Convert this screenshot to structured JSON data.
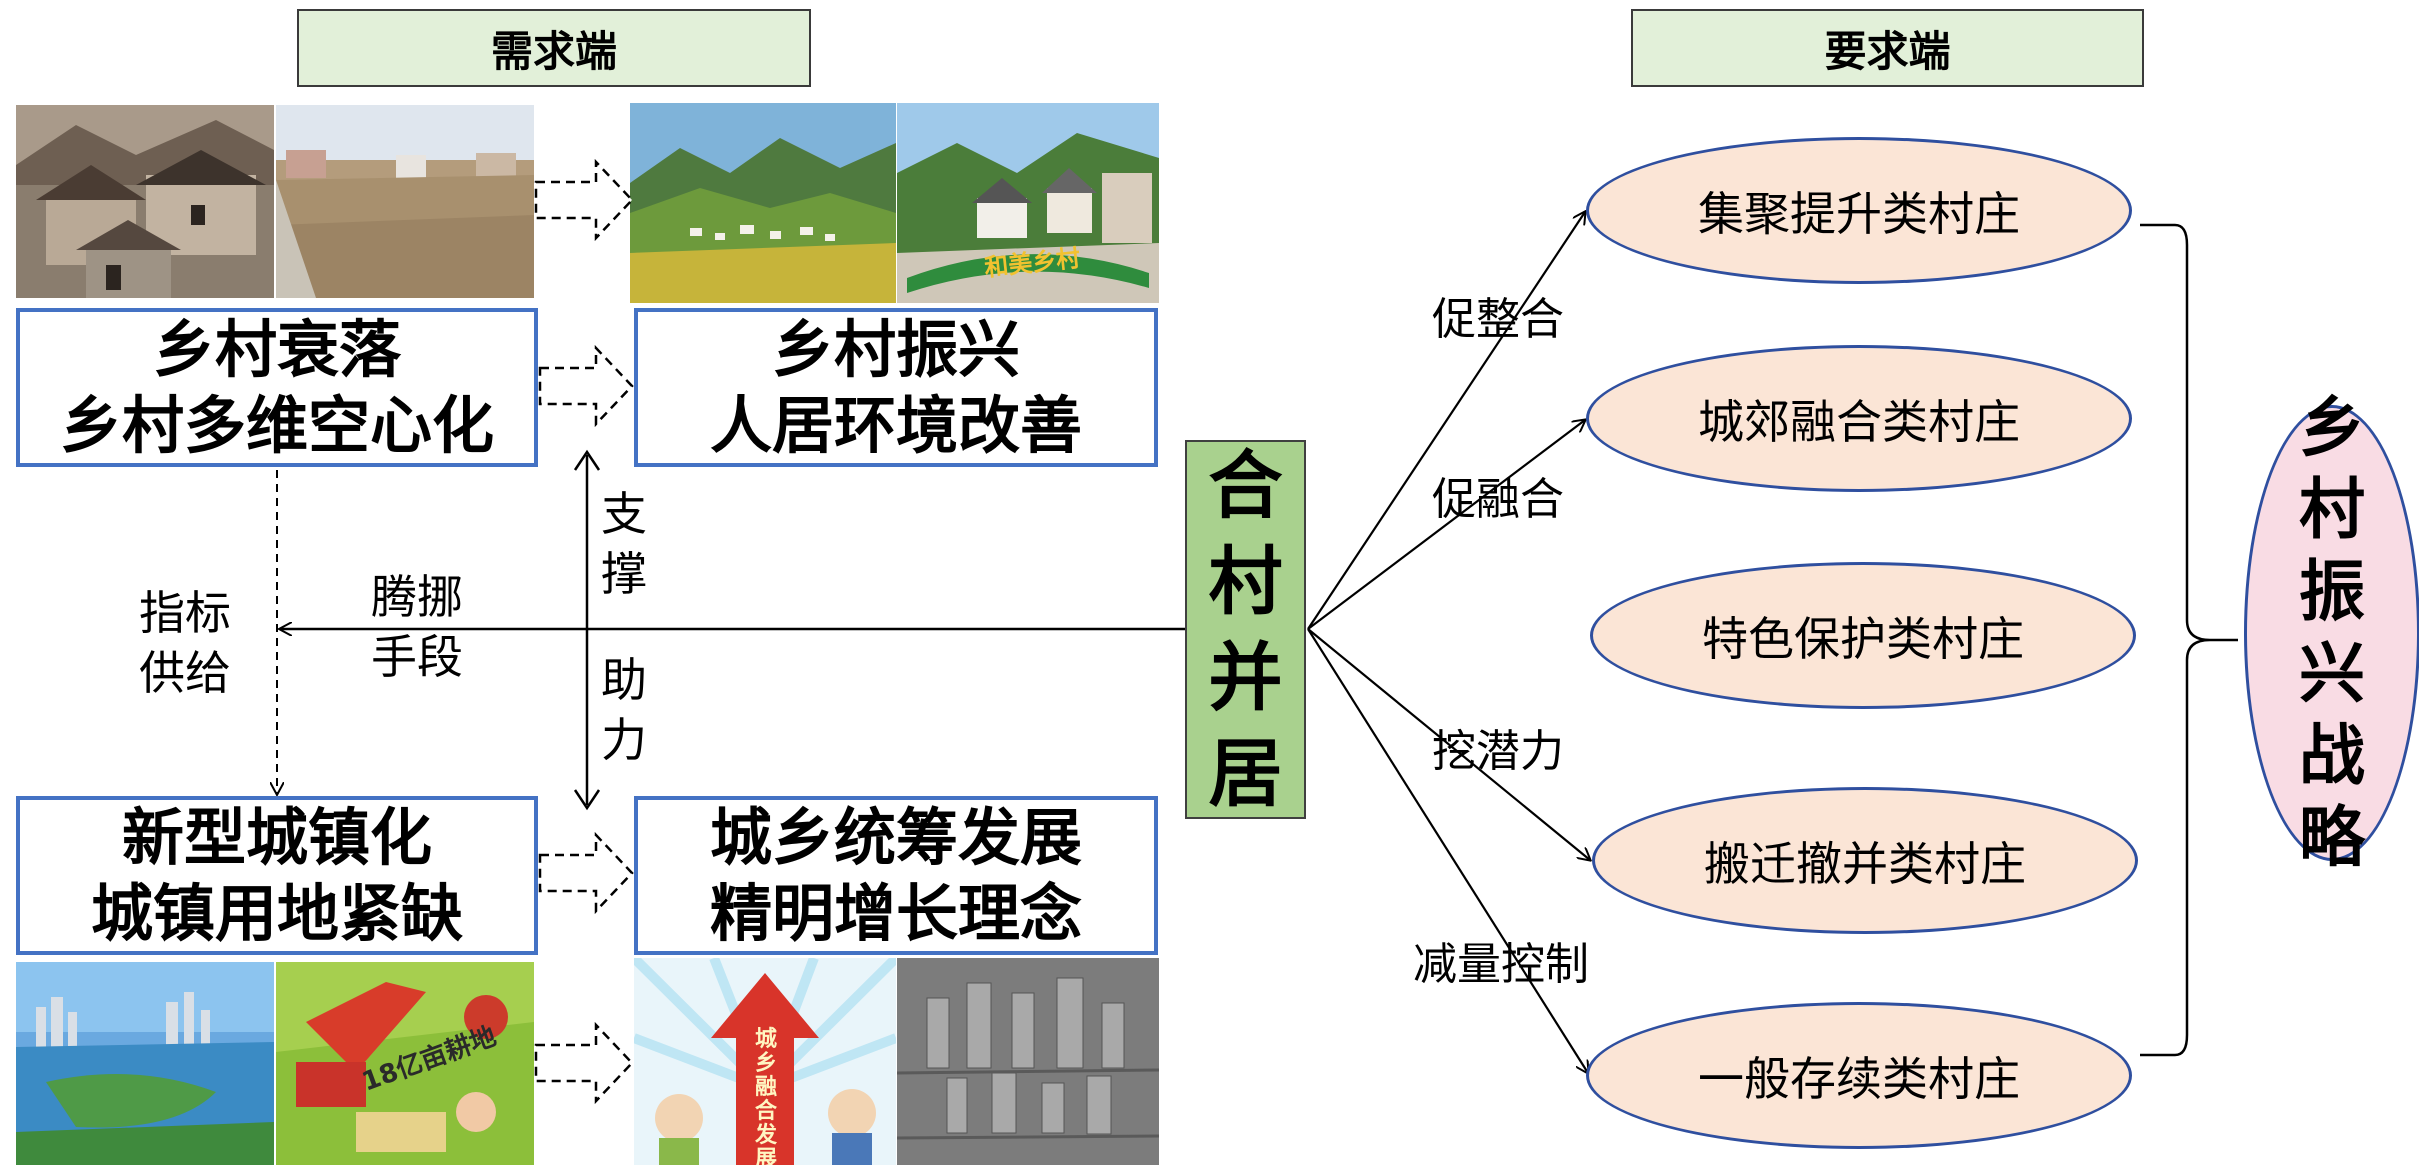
{
  "headers": {
    "left": "需求端",
    "right": "要求端"
  },
  "boxes": {
    "decline": [
      "乡村衰落",
      "乡村多维空心化"
    ],
    "revival": [
      "乡村振兴",
      "人居环境改善"
    ],
    "urbanization": [
      "新型城镇化",
      "城镇用地紧缺"
    ],
    "integration": [
      "城乡统筹发展",
      "精明增长理念"
    ]
  },
  "center": [
    "合",
    "村",
    "并",
    "居"
  ],
  "left_labels": {
    "index_supply": [
      "指标",
      "供给"
    ],
    "relocate_means": [
      "腾挪",
      "手段"
    ],
    "support": [
      "支",
      "撑"
    ],
    "assist": [
      "助",
      "力"
    ]
  },
  "village_types": [
    "集聚提升类村庄",
    "城郊融合类村庄",
    "特色保护类村庄",
    "搬迁撤并类村庄",
    "一般存续类村庄"
  ],
  "branch_labels": [
    "促整合",
    "促融合",
    "挖潜力",
    "减量控制"
  ],
  "strategy": [
    "乡",
    "村",
    "振",
    "兴",
    "战",
    "略"
  ],
  "photo_text": {
    "village_sign": "和美乡村",
    "urban_rural_arrow": "城乡融合发展",
    "land_sign": "18亿亩耕地"
  },
  "colors": {
    "header_bg": "#e2f0d9",
    "box_border": "#4472c4",
    "center_bg": "#a9d18e",
    "ellipse_bg": "#fbe5d6",
    "ellipse_border": "#2f4f9f",
    "strategy_bg": "#f9dce4"
  }
}
